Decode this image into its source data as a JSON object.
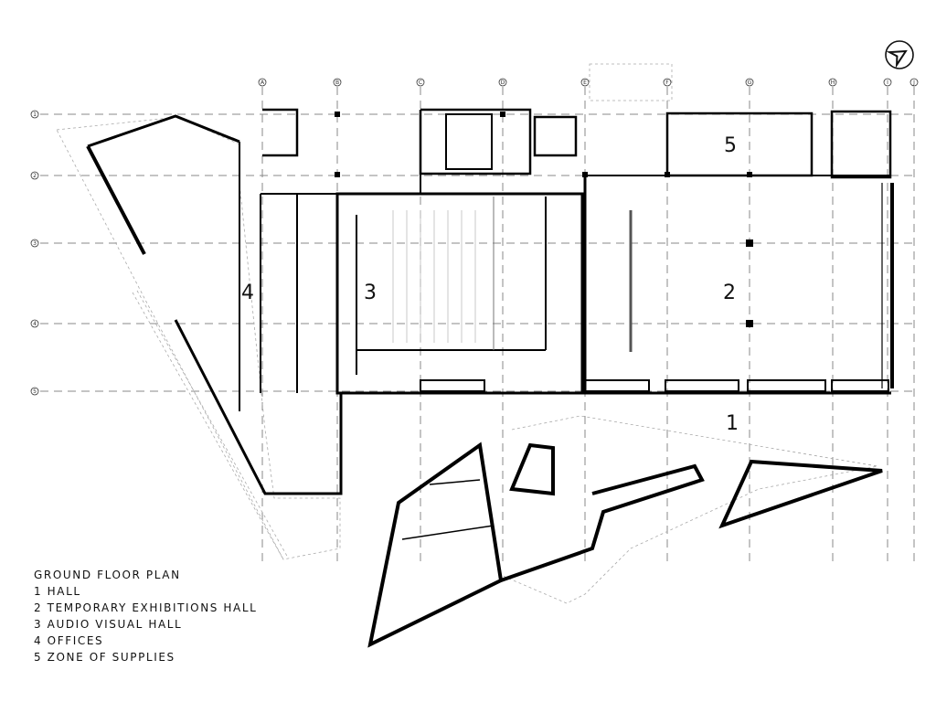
{
  "plan": {
    "title": "GROUND FLOOR PLAN",
    "legend": [
      "1 HALL",
      "2 TEMPORARY EXHIBITIONS HALL",
      "3 AUDIO VISUAL HALL",
      "4 OFFICES",
      "5 ZONE OF SUPPLIES"
    ],
    "room_numbers": [
      "1",
      "2",
      "3",
      "4",
      "5"
    ],
    "grid_columns": [
      "A",
      "B",
      "C",
      "D",
      "E",
      "F",
      "G",
      "H",
      "I",
      "J"
    ],
    "grid_rows": [
      "1",
      "2",
      "3",
      "4",
      "5"
    ]
  },
  "north_arrow": "north-arrow-icon"
}
